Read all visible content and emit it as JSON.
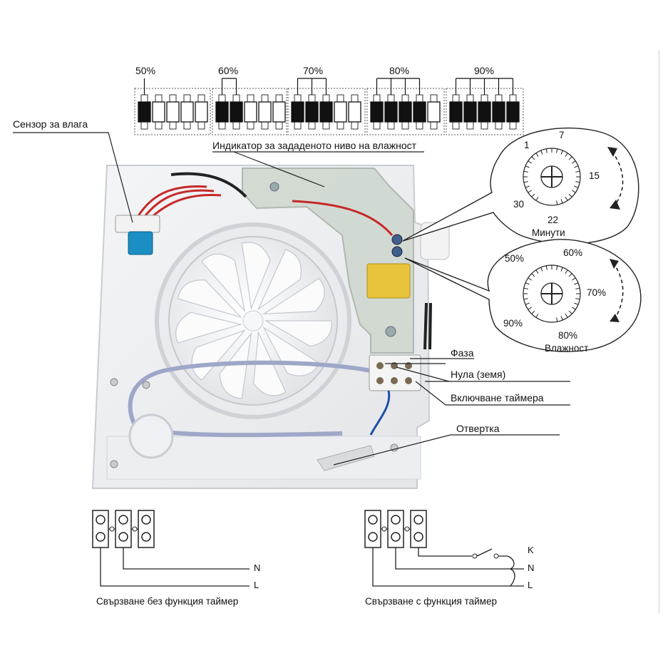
{
  "dip_switch_levels": [
    "50%",
    "60%",
    "70%",
    "80%",
    "90%"
  ],
  "labels": {
    "humidity_sensor": "Сензор за влага",
    "humidity_indicator": "Индикатор за зададеното ниво на влажност",
    "phase": "Фаза",
    "neutral": "Нула (земя)",
    "timer_on": "Включване таймера",
    "screwdriver": "Отвертка"
  },
  "timer_dial": {
    "caption": "Минути",
    "values": [
      "1",
      "7",
      "15",
      "22",
      "30"
    ]
  },
  "humidity_dial": {
    "caption": "Влажност",
    "values": [
      "50%",
      "60%",
      "70%",
      "80%",
      "90%"
    ]
  },
  "wiring": {
    "left_caption": "Свързване без функция таймер",
    "right_caption": "Свързване с функция таймер",
    "terminal_n": "N",
    "terminal_l": "L",
    "terminal_k": "K"
  }
}
